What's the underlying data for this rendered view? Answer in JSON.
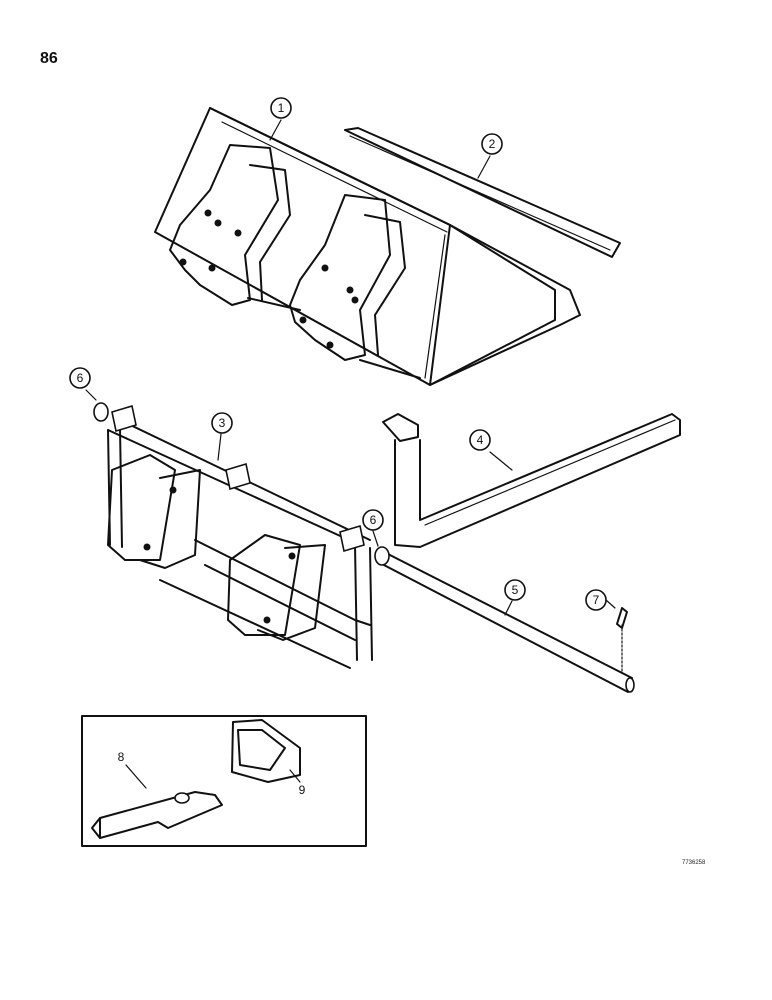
{
  "page_number": "86",
  "reference_number": "7736258",
  "callouts": [
    {
      "label": "1"
    },
    {
      "label": "2"
    },
    {
      "label": "3"
    },
    {
      "label": "4"
    },
    {
      "label": "5"
    },
    {
      "label": "6"
    },
    {
      "label": "6"
    },
    {
      "label": "7"
    }
  ],
  "inset_labels": [
    {
      "label": "8"
    },
    {
      "label": "9"
    }
  ]
}
